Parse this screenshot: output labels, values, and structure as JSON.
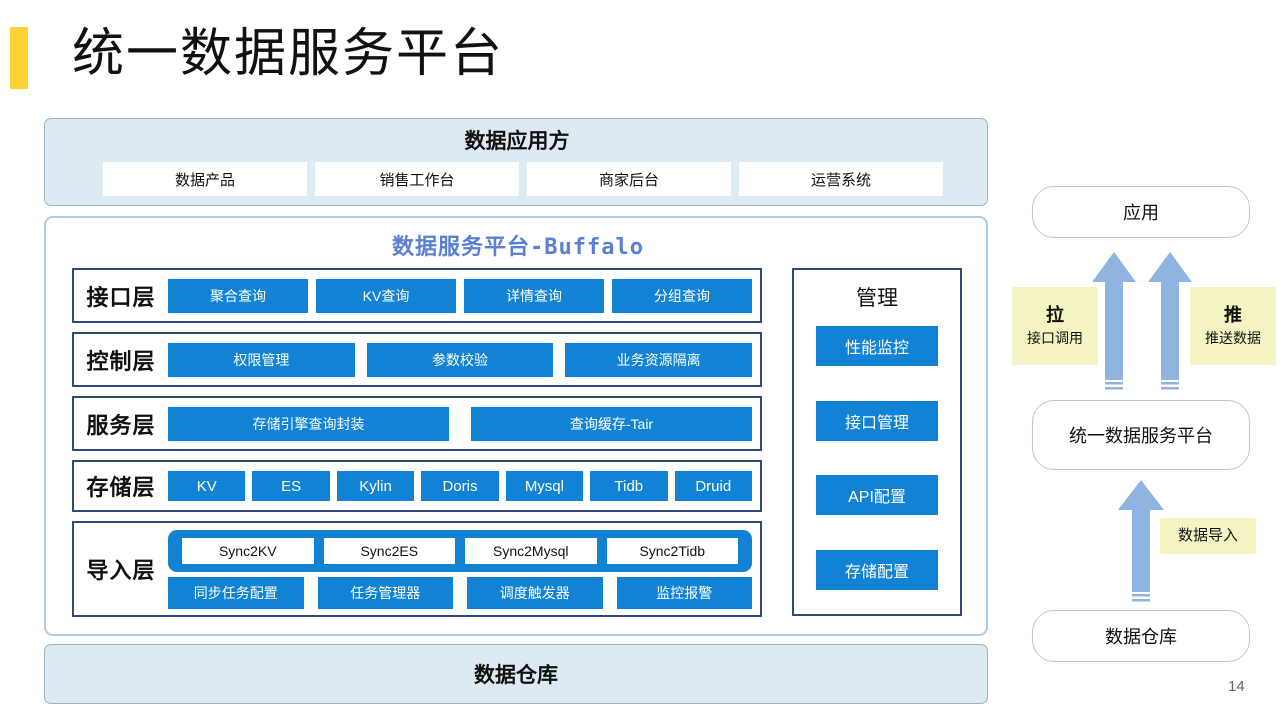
{
  "slide": {
    "title": "统一数据服务平台",
    "page_number": "14",
    "accent_color": "#FCD235",
    "brand_blue": "#1283D4",
    "band_fill": "#DDEAF2",
    "buffalo_title_color": "#5B7FD4",
    "highlight_yellow": "#F4F4C3"
  },
  "consumers": {
    "title": "数据应用方",
    "items": [
      {
        "label": "数据产品"
      },
      {
        "label": "销售工作台"
      },
      {
        "label": "商家后台"
      },
      {
        "label": "运营系统"
      }
    ]
  },
  "buffalo": {
    "title": "数据服务平台-Buffalo",
    "layers": [
      {
        "name": "接口层",
        "items": [
          {
            "label": "聚合查询"
          },
          {
            "label": "KV查询"
          },
          {
            "label": "详情查询"
          },
          {
            "label": "分组查询"
          }
        ]
      },
      {
        "name": "控制层",
        "items": [
          {
            "label": "权限管理"
          },
          {
            "label": "参数校验"
          },
          {
            "label": "业务资源隔离"
          }
        ]
      },
      {
        "name": "服务层",
        "items": [
          {
            "label": "存储引擎查询封装"
          },
          {
            "label": "查询缓存-Tair"
          }
        ]
      },
      {
        "name": "存储层",
        "items": [
          {
            "label": "KV"
          },
          {
            "label": "ES"
          },
          {
            "label": "Kylin"
          },
          {
            "label": "Doris"
          },
          {
            "label": "Mysql"
          },
          {
            "label": "Tidb"
          },
          {
            "label": "Druid"
          }
        ]
      }
    ],
    "import_layer": {
      "name": "导入层",
      "sync_items": [
        {
          "label": "Sync2KV"
        },
        {
          "label": "Sync2ES"
        },
        {
          "label": "Sync2Mysql"
        },
        {
          "label": "Sync2Tidb"
        }
      ],
      "task_items": [
        {
          "label": "同步任务配置"
        },
        {
          "label": "任务管理器"
        },
        {
          "label": "调度触发器"
        },
        {
          "label": "监控报警"
        }
      ]
    }
  },
  "management": {
    "title": "管理",
    "items": [
      {
        "label": "性能监控"
      },
      {
        "label": "接口管理"
      },
      {
        "label": "API配置"
      },
      {
        "label": "存储配置"
      }
    ]
  },
  "warehouse": {
    "label": "数据仓库"
  },
  "flow": {
    "nodes": [
      {
        "label": "应用"
      },
      {
        "label": "统一数据服务平台"
      },
      {
        "label": "数据仓库"
      }
    ],
    "labels": {
      "pull_main": "拉",
      "pull_sub": "接口调用",
      "push_main": "推",
      "push_sub": "推送数据",
      "import_sub": "数据导入"
    }
  }
}
